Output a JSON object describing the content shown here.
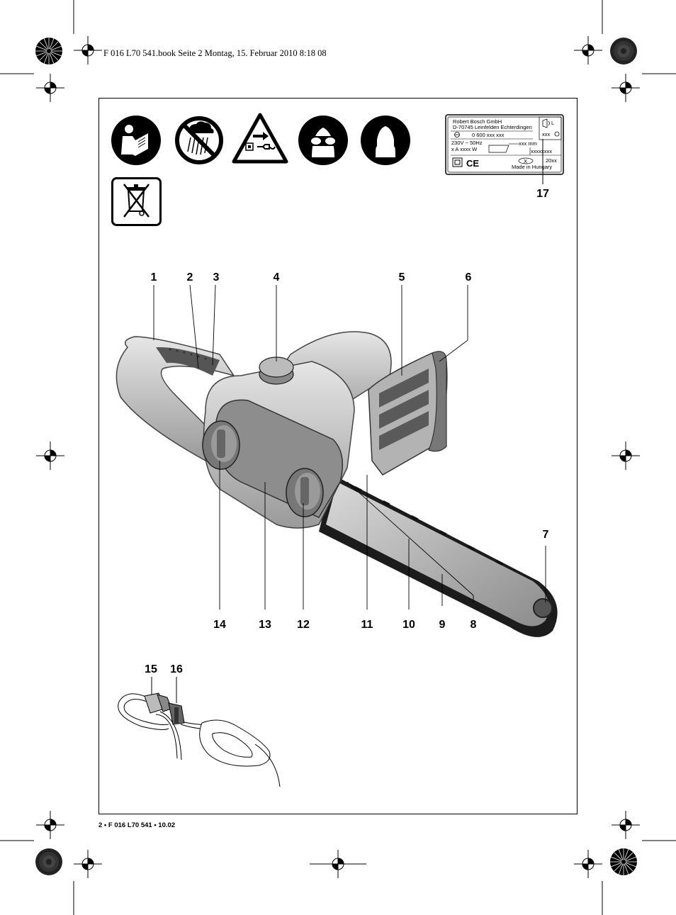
{
  "header": {
    "text": "F 016 L70 541.book  Seite 2  Montag, 15. Februar 2010  8:18 08"
  },
  "footer": {
    "text": "2 • F 016 L70 541 • 10.02"
  },
  "icons": [
    "read-manual-icon",
    "no-rain-icon",
    "unplug-warning-icon",
    "eye-protection-icon",
    "ear-protection-icon",
    "weee-disposal-icon"
  ],
  "rating_plate": {
    "line1": "Robert Bosch GmbH",
    "line2": "D-70745 Leinfelden Echterdingen",
    "part_no": "0 600 xxx xxx",
    "voltage": "230V ~ 50Hz",
    "power": "x A xxxx W",
    "bar": "xxx mm",
    "serial": "xxxxxxxx",
    "lwa": "L",
    "chain": "xxx",
    "year": "20xx",
    "origin": "Made in Hungary",
    "x_mark": "X",
    "ce": "CE"
  },
  "callouts": {
    "c1": "1",
    "c2": "2",
    "c3": "3",
    "c4": "4",
    "c5": "5",
    "c6": "6",
    "c7": "7",
    "c8": "8",
    "c9": "9",
    "c10": "10",
    "c11": "11",
    "c12": "12",
    "c13": "13",
    "c14": "14",
    "c15": "15",
    "c16": "16",
    "c17": "17"
  }
}
